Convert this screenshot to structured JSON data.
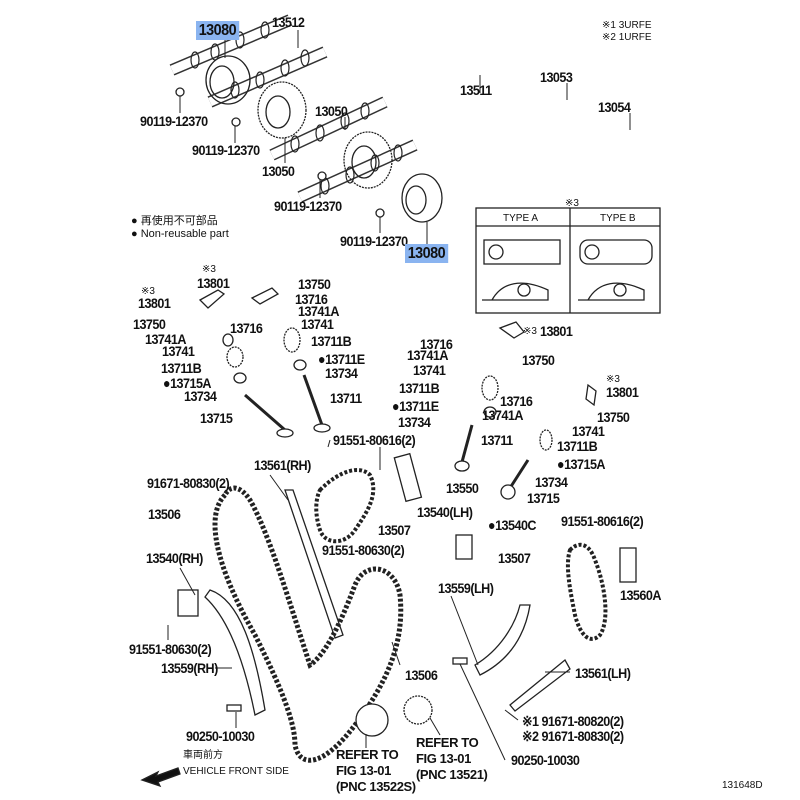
{
  "legend": {
    "note1": "※1 3URFE",
    "note2": "※2 1URFE",
    "nonreusable_jp": "● 再使用不可部品",
    "nonreusable_en": "● Non-reusable part",
    "type_mark": "※3",
    "type_a": "TYPE A",
    "type_b": "TYPE B"
  },
  "cam": {
    "p13080a": "13080",
    "p13512": "13512",
    "bolt1": "90119-12370",
    "bolt2": "90119-12370",
    "p13050a": "13050",
    "p13050b": "13050",
    "p13511": "13511",
    "p13053": "13053",
    "p13054": "13054",
    "bolt3": "90119-12370",
    "bolt4": "90119-12370",
    "p13080b": "13080"
  },
  "valve": {
    "m3": "※3",
    "a13801": "13801",
    "b13801": "13801",
    "a13750": "13750",
    "a13716": "13716",
    "a13741A": "13741A",
    "b13750": "13750",
    "b13716": "13716",
    "a13741": "13741",
    "b13741A": "13741A",
    "b13741": "13741",
    "a13711B": "13711B",
    "a13711E": "●13711E",
    "b13711B": "13711B",
    "a13734": "13734",
    "a13715A": "●13715A",
    "b13734": "13734",
    "a13711": "13711",
    "a13715": "13715",
    "c13716": "13716",
    "c13741A": "13741A",
    "c13741": "13741",
    "c13711B": "13711B",
    "c13711E": "●13711E",
    "c13734": "13734",
    "c13711": "13711",
    "c13801": "13801",
    "c13750": "13750",
    "d13801": "13801",
    "d13716": "13716",
    "d13741A": "13741A",
    "d13750": "13750",
    "d13741": "13741",
    "d13711B": "13711B",
    "d13715A": "●13715A",
    "d13734": "13734",
    "d13715": "13715",
    "bolt616a": "91551-80616(2)"
  },
  "chain": {
    "g13561RH": "13561(RH)",
    "bolt830": "91671-80830(2)",
    "c13506a": "13506",
    "c13507a": "13507",
    "t13550": "13550",
    "t13540LH": "13540(LH)",
    "t13540C": "●13540C",
    "bolt616b": "91551-80616(2)",
    "bolt630a": "91551-80630(2)",
    "c13507b": "13507",
    "t13540RH": "13540(RH)",
    "g13559LH": "13559(LH)",
    "t13560A": "13560A",
    "bolt630b": "91551-80630(2)",
    "g13559RH": "13559(RH)",
    "c13506b": "13506",
    "g13561LH": "13561(LH)",
    "bolt820": "※1 91671-80820(2)",
    "bolt830b": "※2 91671-80830(2)",
    "pin1": "90250-10030",
    "pin2": "90250-10030",
    "refer1": "REFER TO\nFIG 13-01\n(PNC 13522S)",
    "refer2": "REFER TO\nFIG 13-01\n(PNC 13521)"
  },
  "footer": {
    "front_jp": "車両前方",
    "front_en": "VEHICLE FRONT SIDE",
    "fig_id": "131648D"
  },
  "colors": {
    "highlight": "#8ab4f0",
    "ink": "#111111"
  }
}
